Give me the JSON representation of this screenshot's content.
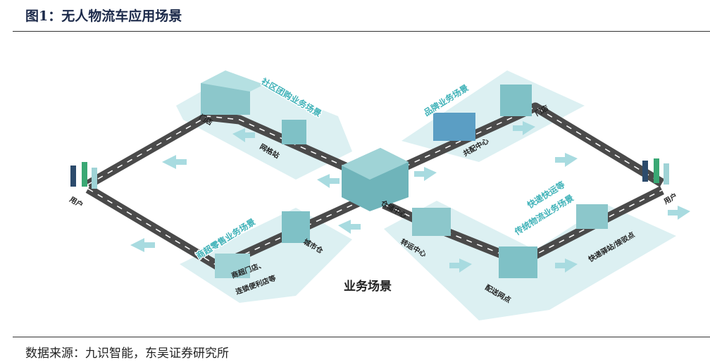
{
  "header": {
    "title": "图1：无人物流车应用场景"
  },
  "diagram": {
    "center_label": "业务场景",
    "scenes": {
      "community": "社区团购业务场景",
      "retail": "商超零售业务场景",
      "brand": "品牌业务场景",
      "express_1": "快递快运等",
      "express_2": "传统物流业务场景"
    },
    "nodes": {
      "user_left": "用户",
      "user_right": "用户",
      "store_left": "门店",
      "grid_station": "网格站",
      "city_warehouse": "城市仓",
      "supermarket": "商超门店、",
      "supermarket_2": "连锁便利店等",
      "storage_center": "仓储中心",
      "co_distribution": "共配中心",
      "store_right": "门店",
      "transfer_center": "转运中心",
      "delivery_point": "配送网点",
      "express_station": "快递驿站/接驳点"
    }
  },
  "footer": {
    "source": "数据来源：九识智能，东吴证券研究所"
  },
  "colors": {
    "road": "#4a4a4a",
    "platform": "#d9eef0",
    "building": "#7fc1c6",
    "accent": "#3fb2b8"
  }
}
